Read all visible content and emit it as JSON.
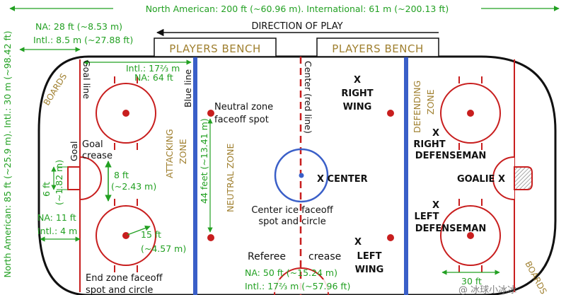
{
  "dimensions": {
    "length": "North American: 200 ft (~60.96 m). International: 61 m (~200.13 ft)",
    "width": "North American: 85 ft (~25.9 m). Intl.: 30 m (~98.42 ft)",
    "na_goal_line": "NA: 28 ft (~8.53 m)",
    "intl_goal_line": "Intl.: 8.5 m (~27.88 ft)",
    "intl_blue_line": "Intl.: 17⅔ m",
    "na_blue_line": "NA: 64 ft",
    "neutral_zone_spots": "44 feet (~13.41 m)",
    "crease_width_1": "6 ft",
    "crease_width_2": "(~1.82 m)",
    "crease_depth_1": "8 ft",
    "crease_depth_2": "(~2.43 m)",
    "board_na": "NA: 11 ft",
    "board_intl": "Intl.: 4 m",
    "circle_radius_1": "15 ft",
    "circle_radius_2": "(~4.57 m)",
    "referee_na": "NA: 50 ft (~15.24 m)",
    "referee_intl": "Intl.: 17⅔ m (~57.96 ft)",
    "circle_diameter": "30 ft"
  },
  "labels": {
    "direction": "DIRECTION OF PLAY",
    "bench_left": "PLAYERS BENCH",
    "bench_right": "PLAYERS BENCH",
    "goal_line": "Goal line",
    "blue_line": "Blue line",
    "center_line": "Center (red line)",
    "neutral_spot_1": "Neutral zone",
    "neutral_spot_2": "faceoff spot",
    "goal": "Goal",
    "goal_crease_1": "Goal",
    "goal_crease_2": "crease",
    "attacking_zone_1": "ATTACKING",
    "attacking_zone_2": "ZONE",
    "neutral_zone": "NEUTRAL ZONE",
    "defending_zone_1": "DEFENDING",
    "defending_zone_2": "ZONE",
    "boards_left": "BOARDS",
    "boards_right": "BOARDS",
    "center_ice_1": "Center ice faceoff",
    "center_ice_2": "spot and circle",
    "end_zone_1": "End zone faceoff",
    "end_zone_2": "spot and circle",
    "referee": "Referee",
    "crease": "crease",
    "watermark": "@ 冰球小冰冰"
  },
  "positions": {
    "right_wing_x": "X",
    "right_wing_1": "RIGHT",
    "right_wing_2": "WING",
    "left_wing_x": "X",
    "left_wing_1": "LEFT",
    "left_wing_2": "WING",
    "center": "X CENTER",
    "right_def_x": "X",
    "right_def_1": "RIGHT",
    "right_def_2": "DEFENSEMAN",
    "left_def_x": "X",
    "left_def_1": "LEFT",
    "left_def_2": "DEFENSEMAN",
    "goalie": "GOALIE X"
  },
  "colors": {
    "red_line": "#c81e1e",
    "blue_line": "#3a5fc8",
    "dimension_text": "#22a022",
    "zone_text": "#a08030"
  }
}
